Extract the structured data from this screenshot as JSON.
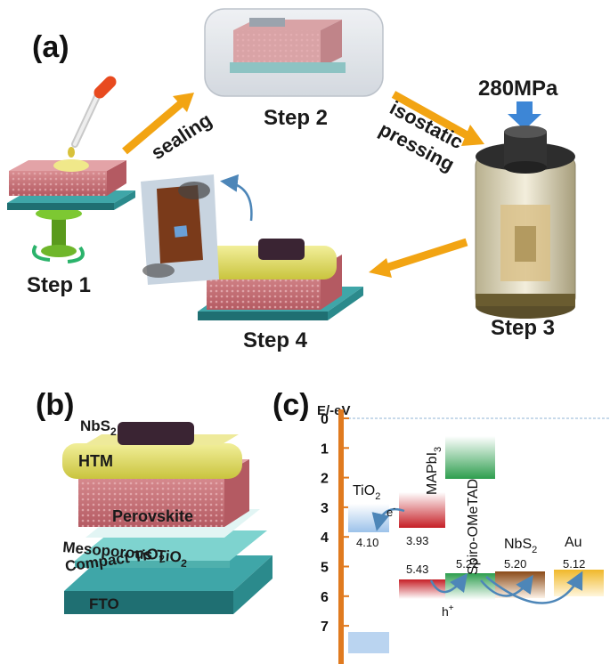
{
  "panels": {
    "a": "(a)",
    "b": "(b)",
    "c": "(c)"
  },
  "panel_a": {
    "step1": "Step 1",
    "step2": "Step 2",
    "step3": "Step 3",
    "step4": "Step 4",
    "sealing": "sealing",
    "isostatic_line1": "isostatic",
    "isostatic_line2": "pressing",
    "pressure": "280MPa"
  },
  "panel_b": {
    "nbs2": "NbS",
    "nbs2_sub": "2",
    "htm": "HTM",
    "perovskite": "Perovskite",
    "meso": "Mesoporous TiO",
    "meso_sub": "2",
    "compact": "Compact TiO",
    "compact_sub": "2",
    "fto": "FTO"
  },
  "panel_c": {
    "axis_title": "E/-eV",
    "ticks": [
      "0",
      "1",
      "2",
      "3",
      "4",
      "5",
      "6",
      "7"
    ],
    "materials": {
      "tio2": "TiO",
      "tio2_sub": "2",
      "mapbi3": "MAPbI",
      "mapbi3_sub": "3",
      "spiro": "Spiro-OMeTAD",
      "nbs2": "NbS",
      "nbs2_sub": "2",
      "au": "Au"
    },
    "values": {
      "tio2_cb": "4.10",
      "mapbi3_cb": "3.93",
      "mapbi3_vb": "5.43",
      "spiro_vb": "5.22",
      "nbs2": "5.20",
      "au": "5.12"
    },
    "electron": "e",
    "electron_sup": "-",
    "hole": "h",
    "hole_sup": "+"
  },
  "colors": {
    "arrow": "#f2a413",
    "axis": "#e07a1f",
    "perovskite": "#c46a70",
    "htm": "#d4cf55",
    "substrate": "#2b8a8c",
    "press_arrow": "#3d86d6",
    "spiro": "#2e9e4e",
    "mapbi3": "#c61f26",
    "tio2": "#6aa0d8",
    "nbs2": "#8a4a18",
    "au": "#f0b82a"
  }
}
